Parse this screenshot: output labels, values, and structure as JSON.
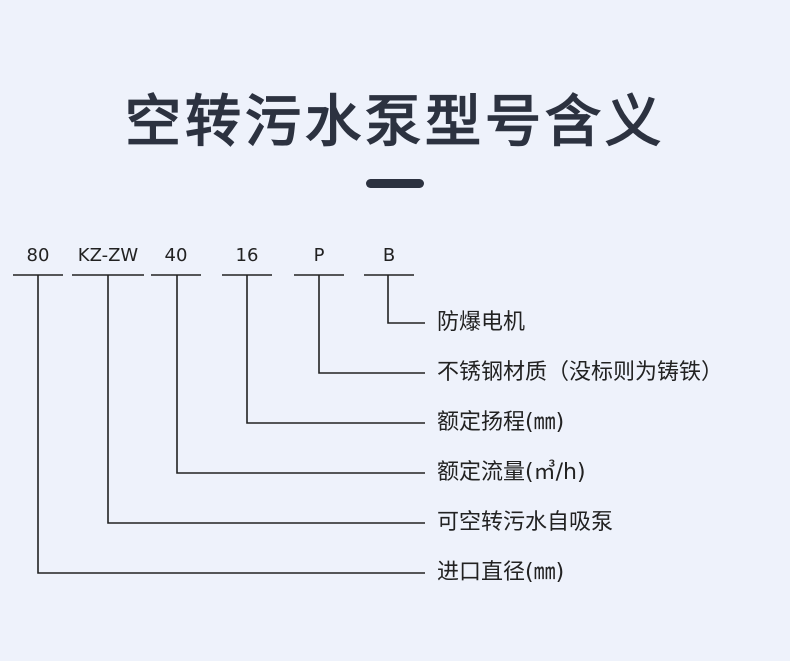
{
  "title": "空转污水泵型号含义",
  "codes": [
    "80",
    "KZ-ZW",
    "40",
    "16",
    "P",
    "B"
  ],
  "descriptions": [
    "防爆电机",
    "不锈钢材质（没标则为铸铁）",
    "额定扬程(㎜)",
    "额定流量(㎥/h)",
    "可空转污水自吸泵",
    "进口直径(㎜)"
  ]
}
